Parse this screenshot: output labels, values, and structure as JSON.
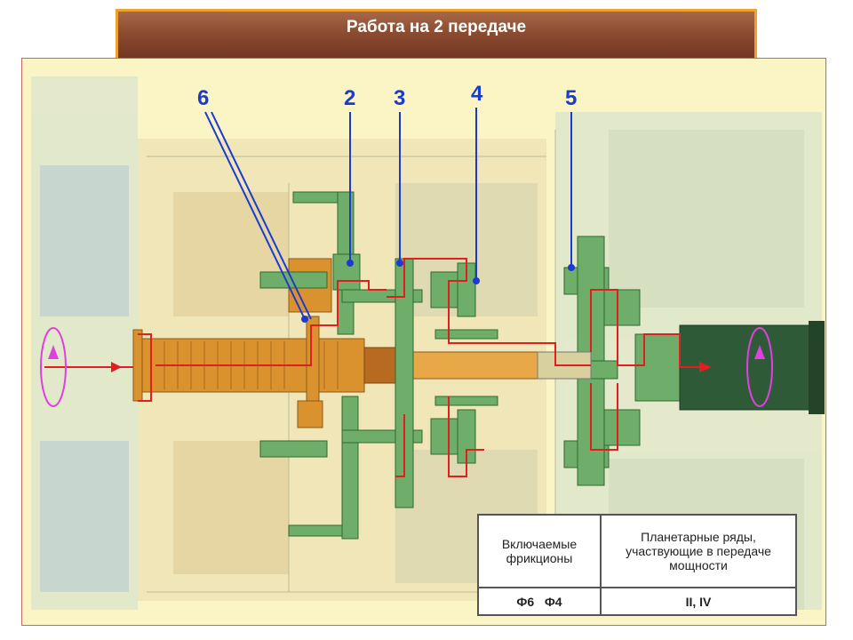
{
  "header": {
    "title": "Работа на 2 передаче"
  },
  "callouts": [
    {
      "id": "6",
      "label": "6"
    },
    {
      "id": "2",
      "label": "2"
    },
    {
      "id": "3",
      "label": "3"
    },
    {
      "id": "4",
      "label": "4"
    },
    {
      "id": "5",
      "label": "5"
    }
  ],
  "table": {
    "headers": [
      "Включаемые фрикционы",
      "Планетарные ряды, участвующие в передаче мощности"
    ],
    "rows": [
      {
        "frictions": "Ф6   Ф4",
        "planetary_rows": "II, IV"
      }
    ]
  },
  "colors": {
    "header_bg": "#8a4a30",
    "header_border": "#f0a030",
    "diagram_bg": "#fbf4c4",
    "shaft_orange": "#d9922e",
    "gear_green": "#6fae6a",
    "power_flow": "#e02020",
    "callout_blue": "#1a3ad0",
    "rotation_arrow": "#e040e0"
  },
  "icons": [
    "rotation-arrow-icon",
    "power-flow-arrow-icon"
  ]
}
